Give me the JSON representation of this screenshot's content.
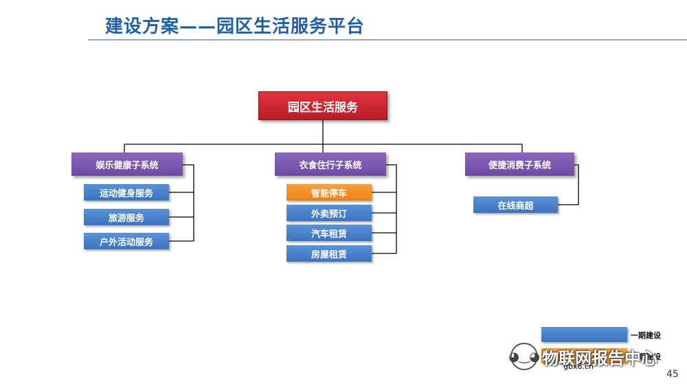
{
  "header": {
    "title": "建设方案——园区生活服务平台"
  },
  "root": {
    "label": "园区生活服务"
  },
  "subsystems": [
    {
      "label": "娱乐健康子系统",
      "items": [
        {
          "label": "运动健身服务",
          "phase": 1
        },
        {
          "label": "旅游服务",
          "phase": 1
        },
        {
          "label": "户外活动服务",
          "phase": 1
        }
      ]
    },
    {
      "label": "衣食住行子系统",
      "items": [
        {
          "label": "智能停车",
          "phase": 2
        },
        {
          "label": "外卖预订",
          "phase": 1
        },
        {
          "label": "汽车租赁",
          "phase": 1
        },
        {
          "label": "房屋租赁",
          "phase": 1
        }
      ]
    },
    {
      "label": "便捷消费子系统",
      "items": [
        {
          "label": "在线商超",
          "phase": 1
        }
      ]
    }
  ],
  "legend": [
    {
      "label": "一期建设",
      "color": "#4a82cc"
    },
    {
      "label": "二期建设",
      "color": "#f39a2e"
    }
  ],
  "watermark": {
    "text": "物联网报告中心",
    "url": "gbx8.cn"
  },
  "page_number": "45",
  "colors": {
    "title": "#1f5fa8",
    "root": "#c8252e",
    "subsystem": "#7b58b3",
    "phase1": "#4a82cc",
    "phase2": "#f39a2e"
  }
}
